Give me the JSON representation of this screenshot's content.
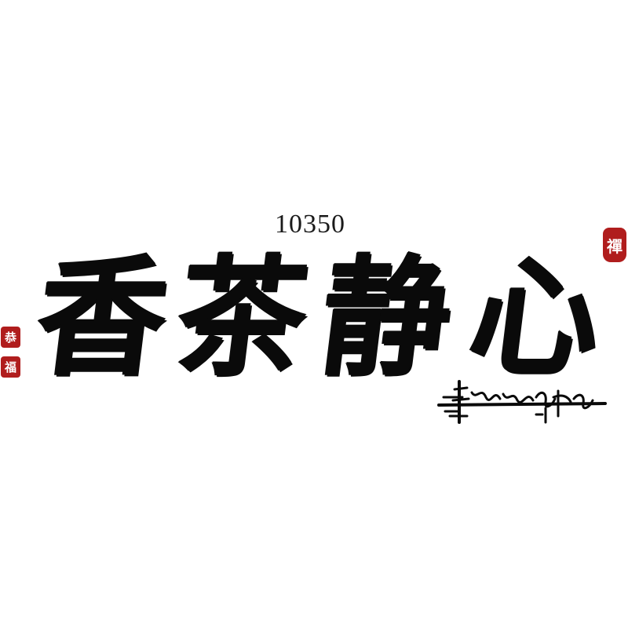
{
  "code": "10350",
  "calligraphy": {
    "char_1": "香",
    "char_2": "茶",
    "char_3": "静",
    "char_4": "心"
  },
  "seals": {
    "top_right": "禪",
    "left_top": "恭",
    "left_bottom": "福",
    "color": "#b01d1d"
  },
  "ink_color": "#0a0a0a"
}
